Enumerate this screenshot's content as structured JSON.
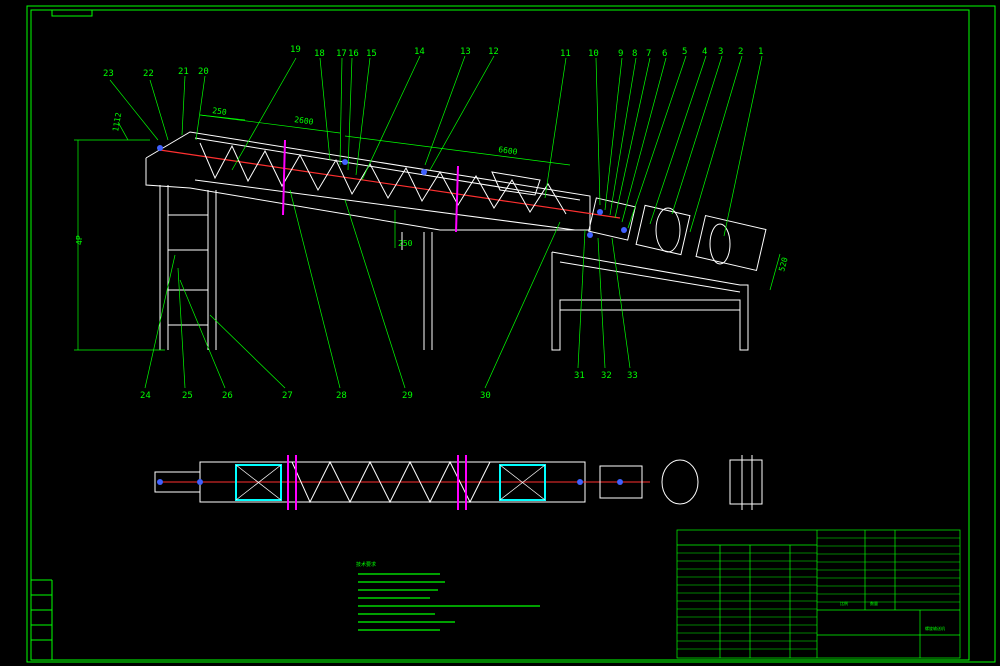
{
  "colors": {
    "background": "#000000",
    "frame": "#00ff00",
    "leader": "#00ff00",
    "body": "#ffffff",
    "shaft": "#ff3030",
    "flange": "#ff00ff",
    "inlet": "#00ffff",
    "bolts": "#4060ff"
  },
  "top_labels": [
    "23",
    "22",
    "21",
    "20",
    "19",
    "18",
    "17",
    "16",
    "15",
    "14",
    "13",
    "12",
    "11",
    "10",
    "9",
    "8",
    "7",
    "6",
    "5",
    "4",
    "3",
    "2",
    "1"
  ],
  "bottom_labels": [
    "24",
    "25",
    "26",
    "27",
    "28",
    "29",
    "30",
    "31",
    "32",
    "33"
  ],
  "dimensions": {
    "d250_top": "250",
    "d2600": "2600",
    "d6600": "6600",
    "d1112": "1112",
    "d_height": "4P",
    "d250_mid": "250",
    "d520": "520"
  },
  "notes_title": "技术要求",
  "title_block": {
    "cells": [
      "螺旋输送机",
      "比例",
      "数量"
    ]
  }
}
